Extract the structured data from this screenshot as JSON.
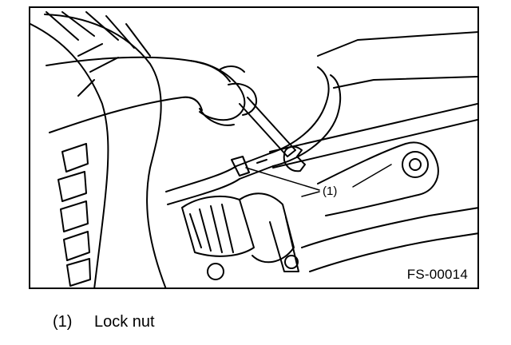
{
  "figure": {
    "id_label": "FS-00014",
    "callout": "(1)"
  },
  "legend": {
    "number": "(1)",
    "text": "Lock nut"
  }
}
